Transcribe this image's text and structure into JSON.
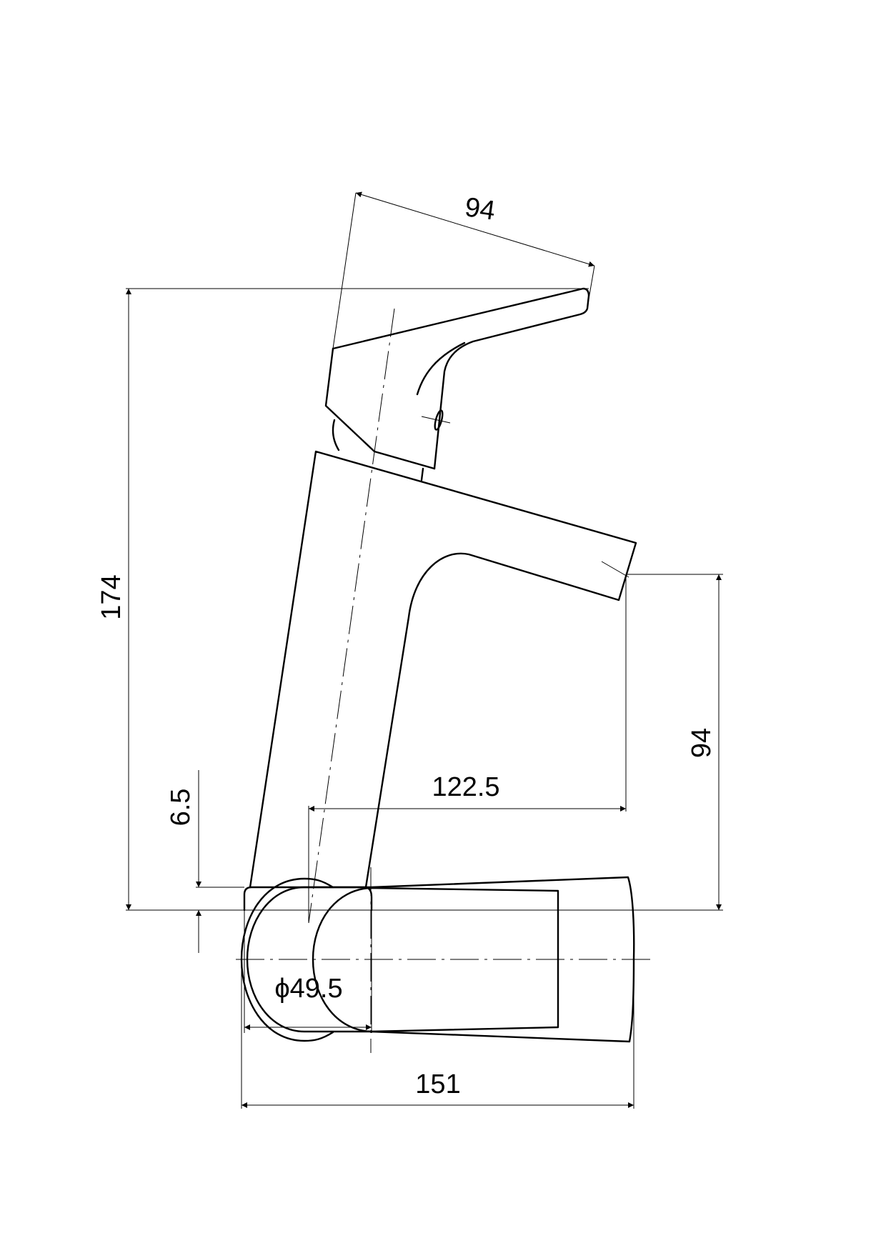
{
  "side_view": {
    "handle_length": "94",
    "total_height": "174",
    "spout_height": "94",
    "spout_reach": "122.5",
    "base_height": "6.5",
    "base_diameter": "ϕ49.5"
  },
  "top_view": {
    "total_length": "151"
  }
}
